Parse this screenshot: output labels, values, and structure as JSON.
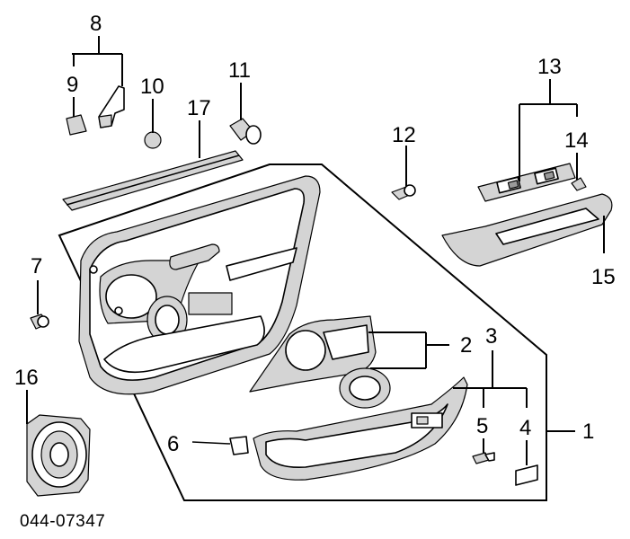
{
  "diagram": {
    "callouts": {
      "c1": "1",
      "c2": "2",
      "c3": "3",
      "c4": "4",
      "c5": "5",
      "c6": "6",
      "c7": "7",
      "c8": "8",
      "c9": "9",
      "c10": "10",
      "c11": "11",
      "c12": "12",
      "c13": "13",
      "c14": "14",
      "c15": "15",
      "c16": "16",
      "c17": "17"
    },
    "figure_code": "044-07347"
  }
}
